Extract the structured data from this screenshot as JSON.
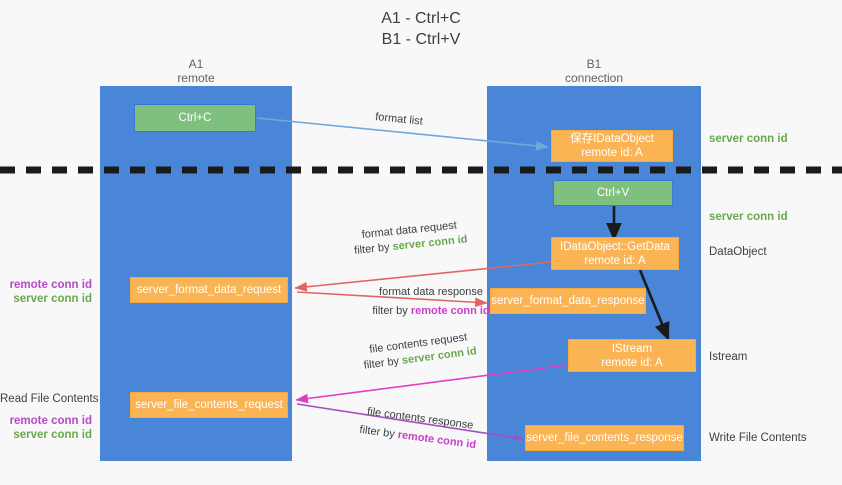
{
  "title": {
    "line1": "A1 - Ctrl+C",
    "line2": "B1 - Ctrl+V"
  },
  "columns": [
    {
      "id": "a1",
      "name": "A1",
      "role": "remote"
    },
    {
      "id": "b1",
      "name": "B1",
      "role": "connection"
    }
  ],
  "nodes": {
    "ctrl_c": {
      "label": "Ctrl+C",
      "color": "#7fc07f"
    },
    "save_idataobject": {
      "label": "保存IDataObject",
      "sub": "remote id: A",
      "color": "#fbb454"
    },
    "ctrl_v": {
      "label": "Ctrl+V",
      "color": "#7fc07f"
    },
    "getdata": {
      "label": "IDataObject::GetData",
      "sub": "remote id: A",
      "color": "#fbb454"
    },
    "server_format_data_request": {
      "label": "server_format_data_request",
      "color": "#fbb454"
    },
    "server_format_data_response": {
      "label": "server_format_data_response",
      "color": "#fbb454"
    },
    "istream": {
      "label": "IStream",
      "sub": "remote id: A",
      "color": "#fbb454"
    },
    "server_file_contents_request": {
      "label": "server_file_contents_request",
      "color": "#fbb454"
    },
    "server_file_contents_response": {
      "label": "server_file_contents_response",
      "color": "#fbb454"
    }
  },
  "edges": [
    {
      "id": "format-list",
      "label": "format list",
      "color": "#6fa8dc",
      "from": "ctrl_c",
      "to": "save_idataobject"
    },
    {
      "id": "format-data-request",
      "label": "format data request",
      "filter_prefix": "filter by",
      "filter_key": "server conn id",
      "filter_color": "green",
      "color": "#e06666",
      "from": "getdata",
      "to": "server_format_data_request"
    },
    {
      "id": "format-data-response",
      "label": "format data response",
      "filter_prefix": "filter by",
      "filter_key": "remote conn id",
      "filter_color": "purple",
      "color": "#e06666",
      "from": "server_format_data_request",
      "to": "server_format_data_response"
    },
    {
      "id": "file-contents-request",
      "label": "file contents request",
      "filter_prefix": "filter by",
      "filter_key": "server conn id",
      "filter_color": "green",
      "color": "#e040c0",
      "from": "istream",
      "to": "server_file_contents_request"
    },
    {
      "id": "file-contents-response",
      "label": "file contents response",
      "filter_prefix": "filter by",
      "filter_key": "remote conn id",
      "filter_color": "purple",
      "color": "#a64dbf",
      "from": "server_file_contents_request",
      "to": "server_file_contents_response"
    }
  ],
  "annotations": {
    "right": [
      {
        "id": "server-conn-id-1",
        "text": "server conn id",
        "style": "green"
      },
      {
        "id": "server-conn-id-2",
        "text": "server conn id",
        "style": "green"
      },
      {
        "id": "dataobject",
        "text": "DataObject",
        "style": "plain"
      },
      {
        "id": "istream",
        "text": "Istream",
        "style": "plain"
      },
      {
        "id": "write-file-contents",
        "text": "Write File Contents",
        "style": "plain"
      }
    ],
    "left": [
      {
        "id": "remote-conn-id-1",
        "text": "remote conn id",
        "style": "purple"
      },
      {
        "id": "server-conn-id-3",
        "text": "server conn id",
        "style": "green"
      },
      {
        "id": "read-file-contents",
        "text": "Read File Contents",
        "style": "plain"
      },
      {
        "id": "remote-conn-id-2",
        "text": "remote conn id",
        "style": "purple"
      },
      {
        "id": "server-conn-id-4",
        "text": "server conn id",
        "style": "green"
      }
    ]
  },
  "colors": {
    "lane": "#4a86d8",
    "green_node": "#7fc07f",
    "orange_node": "#fbb454",
    "background": "#f8f8f8",
    "divider": "#1a1a1a",
    "accent_green": "#6aa84f",
    "accent_purple": "#b44bc4"
  }
}
